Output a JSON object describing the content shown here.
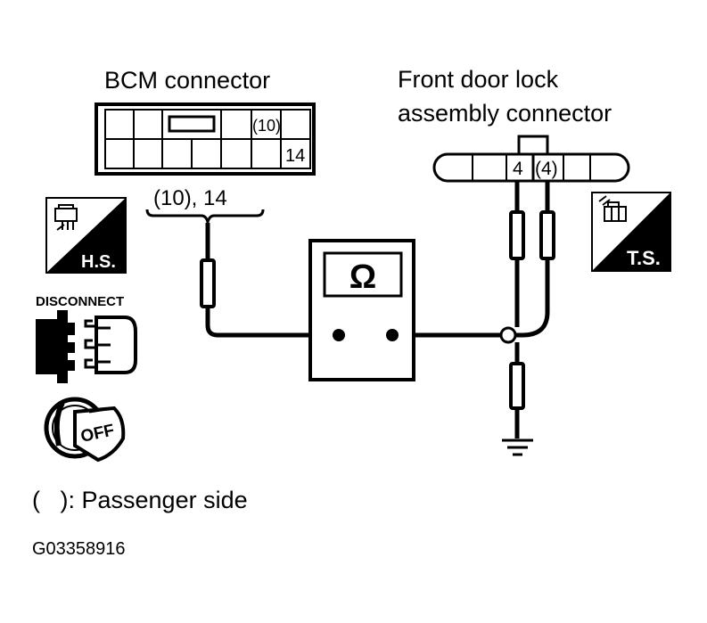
{
  "bcm": {
    "title": "BCM connector",
    "pin_a": "(10)",
    "pin_b": "14",
    "probe_label": "(10), 14"
  },
  "door": {
    "title_line1": "Front door lock",
    "title_line2": "assembly connector",
    "pin_a": "4",
    "pin_b": "(4)"
  },
  "meter": {
    "symbol": "Ω"
  },
  "badges": {
    "hs": "H.S.",
    "ts": "T.S.",
    "disconnect": "DISCONNECT",
    "ignition": "OFF"
  },
  "legend": {
    "text": "(   ): Passenger side"
  },
  "figure_id": "G03358916"
}
